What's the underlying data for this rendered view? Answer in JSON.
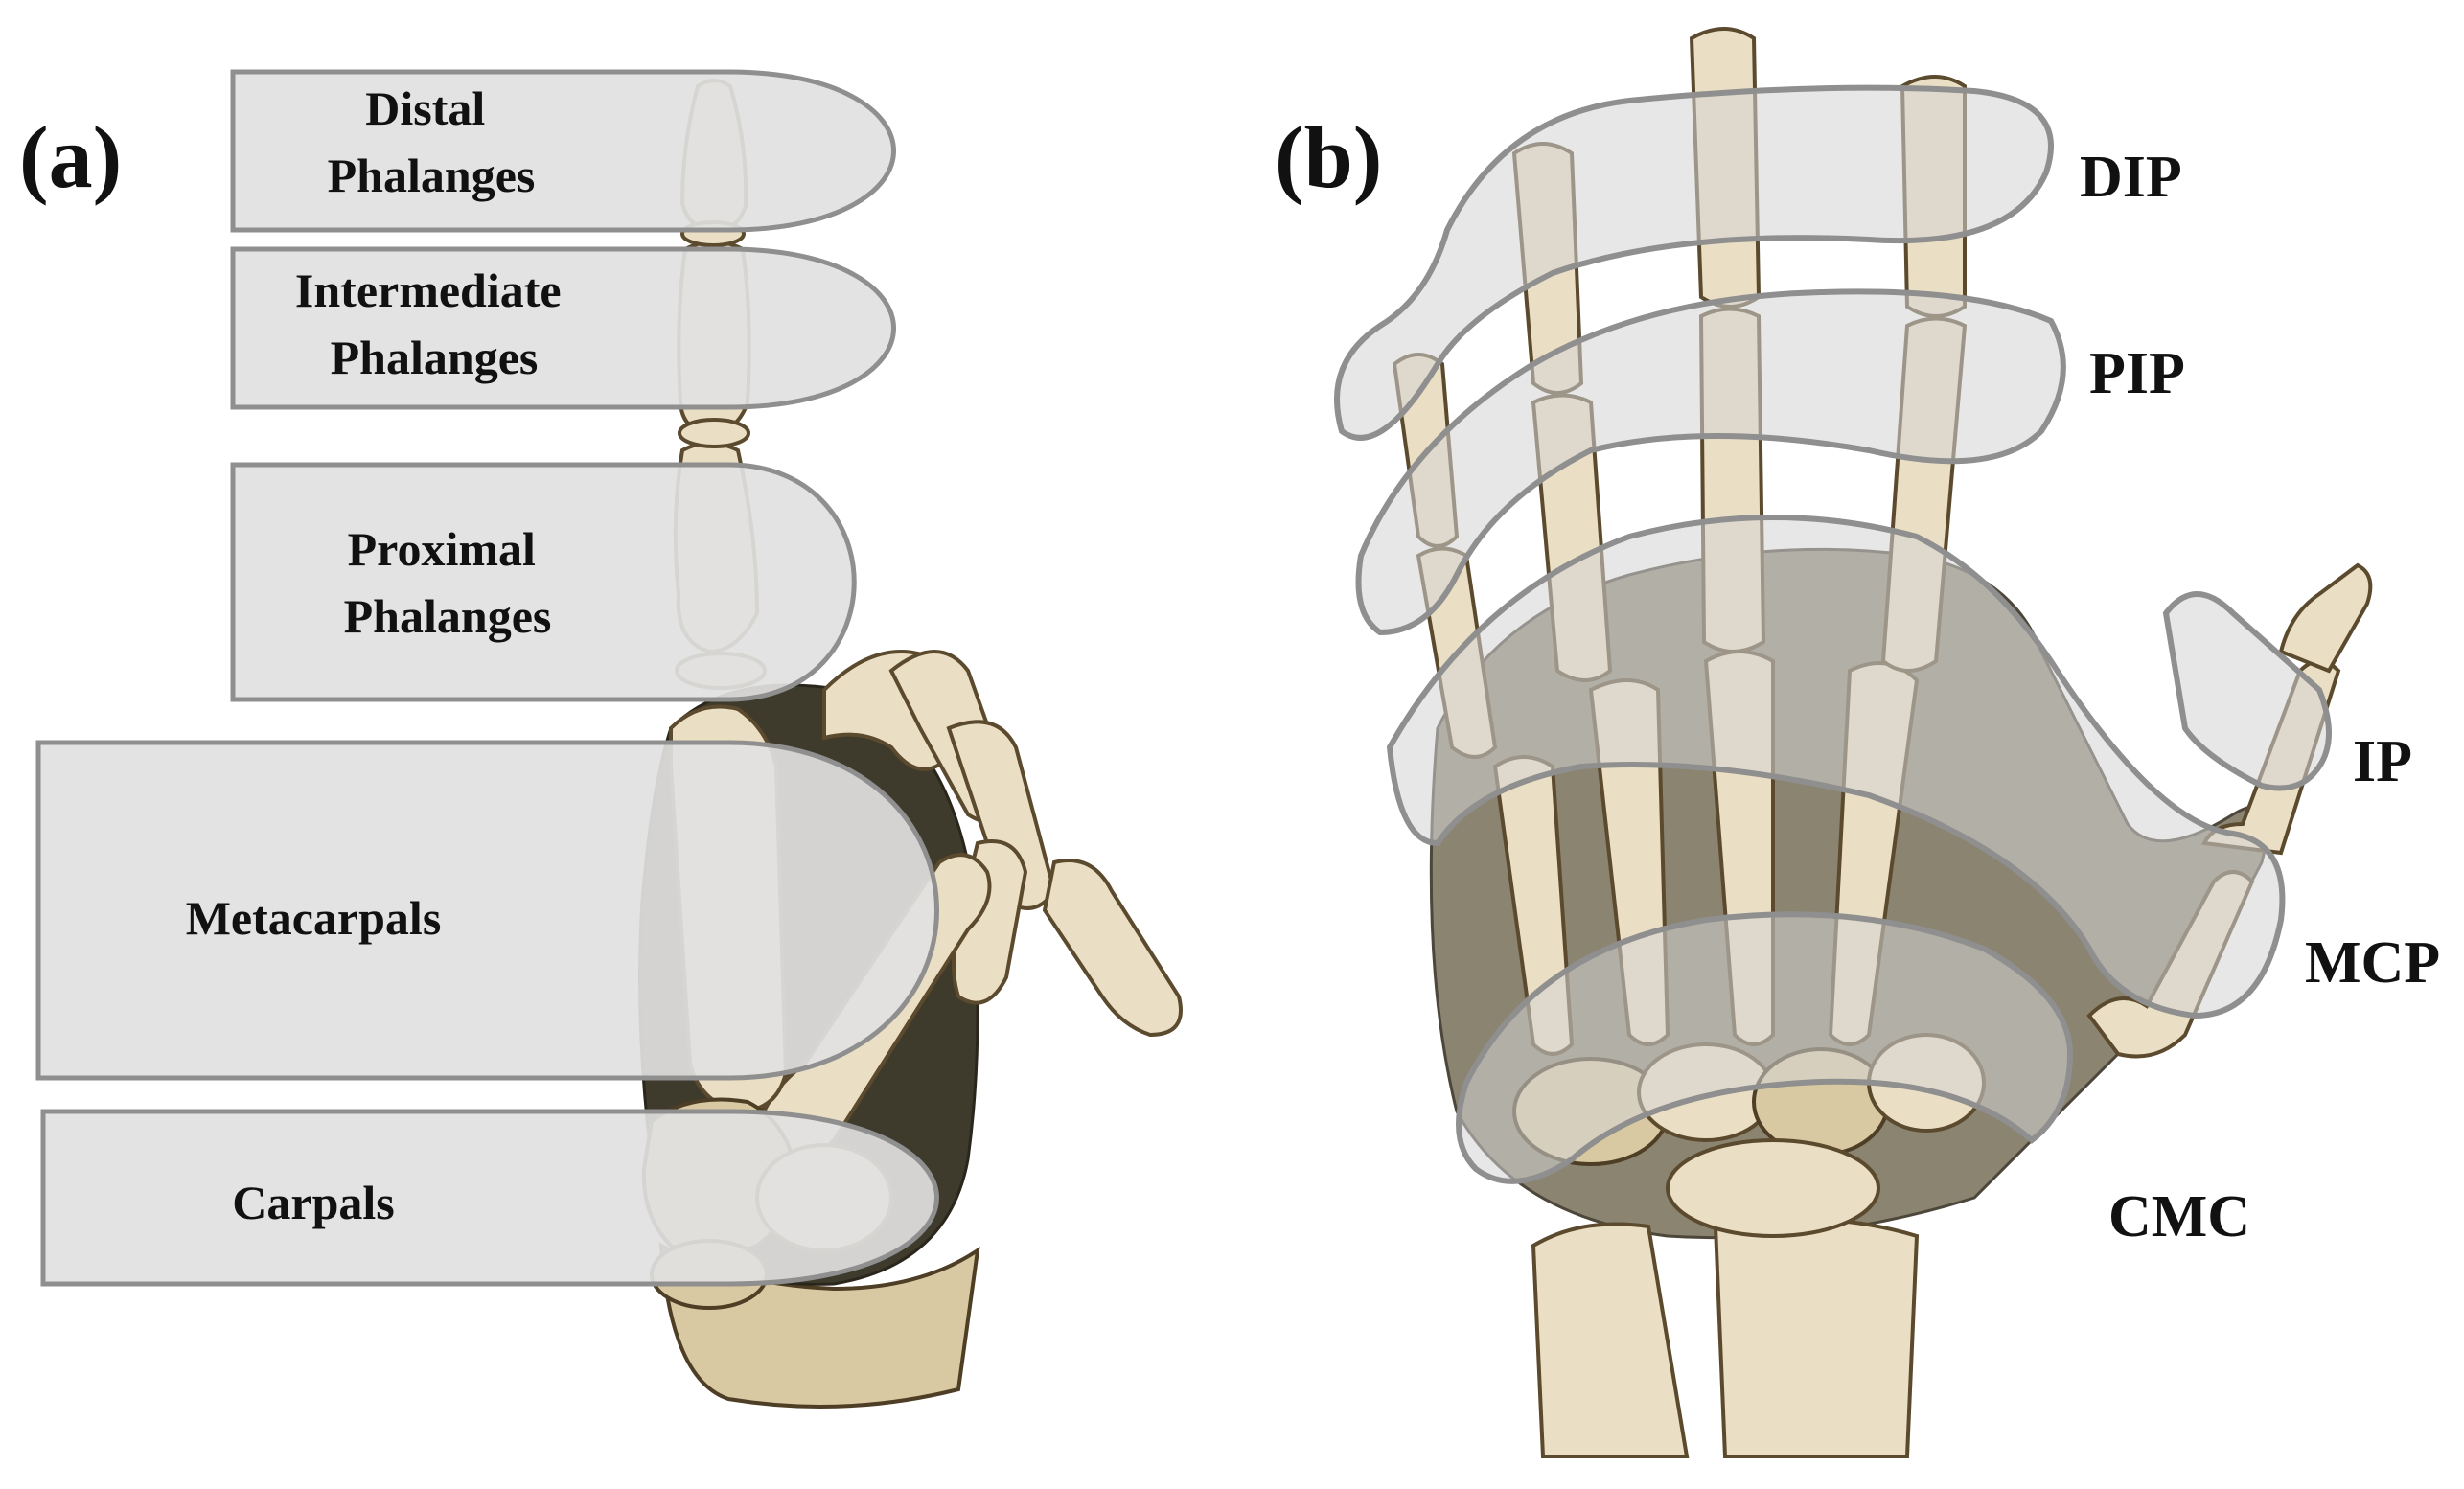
{
  "panels": {
    "a": {
      "label": "(a)",
      "bone_groups": [
        {
          "id": "distal",
          "lines": [
            "Distal",
            "Phalanges"
          ]
        },
        {
          "id": "intermediate",
          "lines": [
            "Intermediate",
            "Phalanges"
          ]
        },
        {
          "id": "proximal",
          "lines": [
            "Proximal",
            "Phalanges"
          ]
        },
        {
          "id": "metacarpals",
          "lines": [
            "Metacarpals"
          ]
        },
        {
          "id": "carpals",
          "lines": [
            "Carpals"
          ]
        }
      ]
    },
    "b": {
      "label": "(b)",
      "joints": [
        {
          "id": "dip",
          "label": "DIP"
        },
        {
          "id": "pip",
          "label": "PIP"
        },
        {
          "id": "ip",
          "label": "IP"
        },
        {
          "id": "mcp",
          "label": "MCP"
        },
        {
          "id": "cmc",
          "label": "CMC"
        }
      ]
    }
  },
  "colors": {
    "bone": "#eadfc4",
    "bone_outline": "#5b4a2e",
    "tissue": "#8a8470",
    "highlight_fill": "#e1e1e1",
    "highlight_outline": "#8f8f8f",
    "text": "#111111"
  }
}
